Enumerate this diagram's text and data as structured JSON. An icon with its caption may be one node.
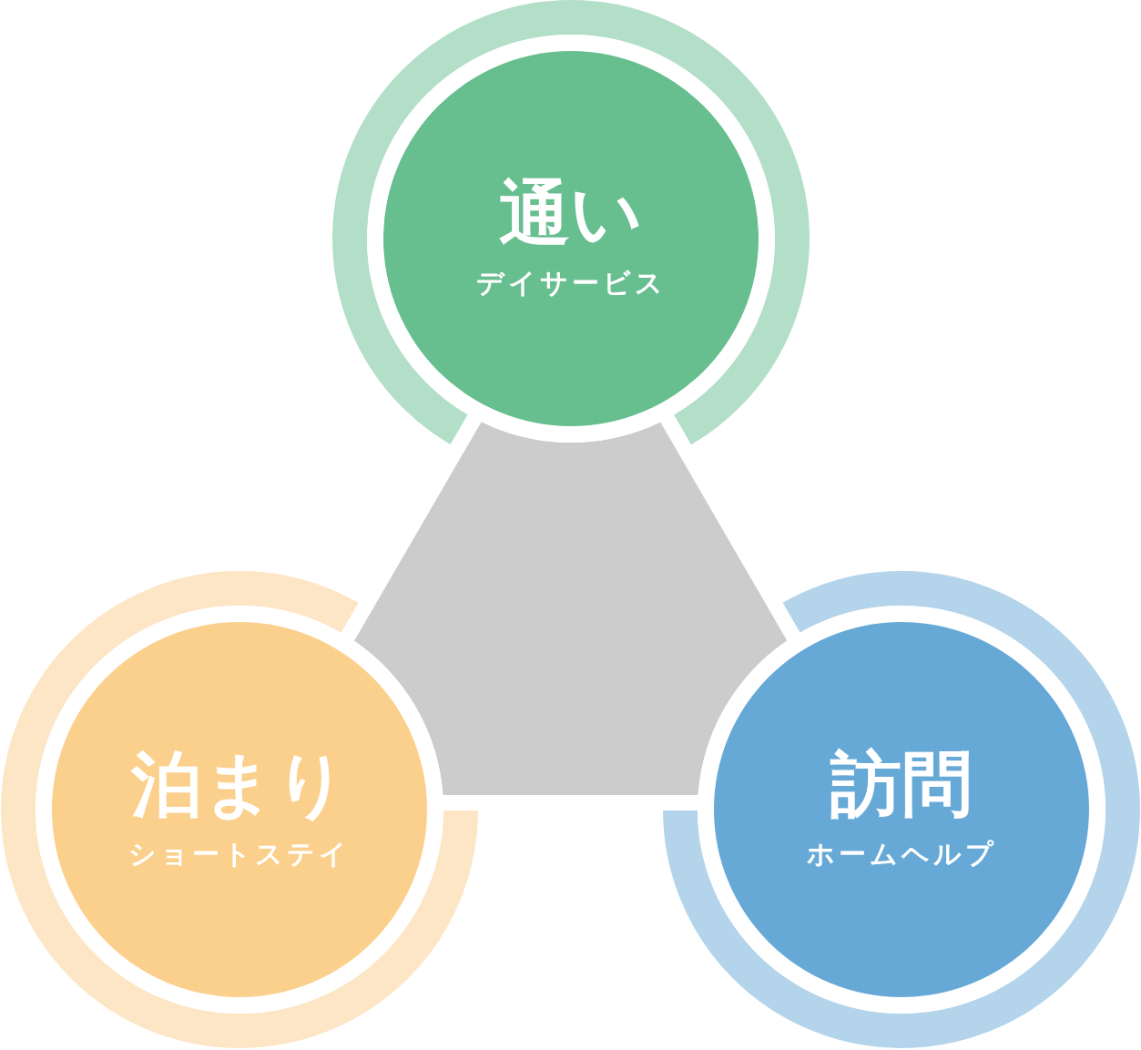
{
  "diagram": {
    "nodes": [
      {
        "text": [
          "通い",
          "デイサービス"
        ]
      },
      {
        "text": [
          "泊まり",
          "ショートステイ"
        ]
      },
      {
        "text": [
          "訪問",
          "ホームヘルプ"
        ]
      },
      {
        "text": [],
        "shape": "triangle"
      }
    ]
  }
}
